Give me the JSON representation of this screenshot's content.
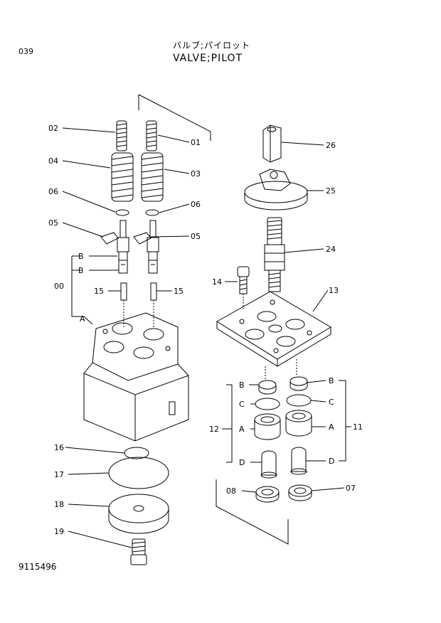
{
  "page_number": "039",
  "title_jp": "バルブ;パイロット",
  "title_en": "VALVE;PILOT",
  "doc_code": "9115496",
  "callouts": {
    "c00": "00",
    "c01": "01",
    "c02": "02",
    "c03": "03",
    "c04": "04",
    "c05a": "05",
    "c05b": "05",
    "c06a": "06",
    "c06b": "06",
    "c07": "07",
    "c08": "08",
    "c11": "11",
    "c12": "12",
    "c13": "13",
    "c14": "14",
    "c15a": "15",
    "c15b": "15",
    "c16": "16",
    "c17": "17",
    "c18": "18",
    "c19": "19",
    "c24": "24",
    "c25": "25",
    "c26": "26"
  },
  "sub_labels": {
    "left_b1": "B",
    "left_b2": "B",
    "left_a": "A",
    "r_b_left": "B",
    "r_c_left": "C",
    "r_a_left": "A",
    "r_d_left": "D",
    "r_b_right": "B",
    "r_c_right": "C",
    "r_a_right": "A",
    "r_d_right": "D"
  }
}
